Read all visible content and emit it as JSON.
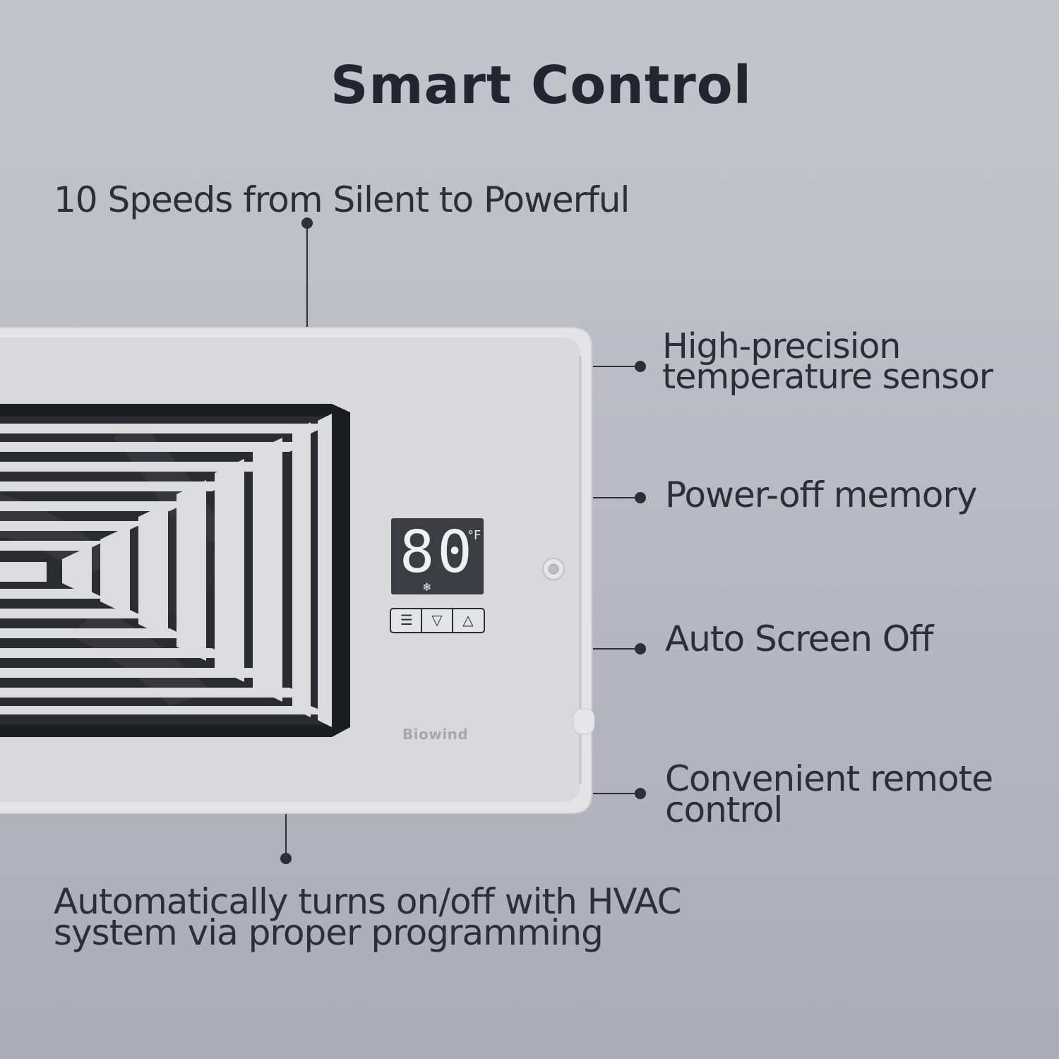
{
  "title": "Smart Control",
  "callouts": {
    "speeds": [
      "10 Speeds from Silent to Powerful"
    ],
    "sensor": [
      "High-precision",
      "temperature sensor"
    ],
    "memory": [
      "Power-off memory"
    ],
    "screen": [
      "Auto Screen Off"
    ],
    "remote": [
      "Convenient remote",
      "control"
    ],
    "auto": [
      "Automatically turns on/off with HVAC",
      "system via proper programming"
    ]
  },
  "device": {
    "brand": "Biowind",
    "display_value": "80",
    "display_unit": "°F",
    "mode_icon": "snowflake-icon",
    "buttons": [
      {
        "name": "menu-button",
        "icon": "menu-icon",
        "glyph": "☰"
      },
      {
        "name": "down-button",
        "icon": "triangle-down-icon",
        "glyph": "▽"
      },
      {
        "name": "up-button",
        "icon": "triangle-up-icon",
        "glyph": "△"
      }
    ]
  },
  "colors": {
    "background": "#b8b9c2",
    "text": "#2c2f36",
    "title": "#23262e",
    "panel": "#dcdcdf",
    "grille": "#1c1d20",
    "display": "#3b3d42"
  }
}
